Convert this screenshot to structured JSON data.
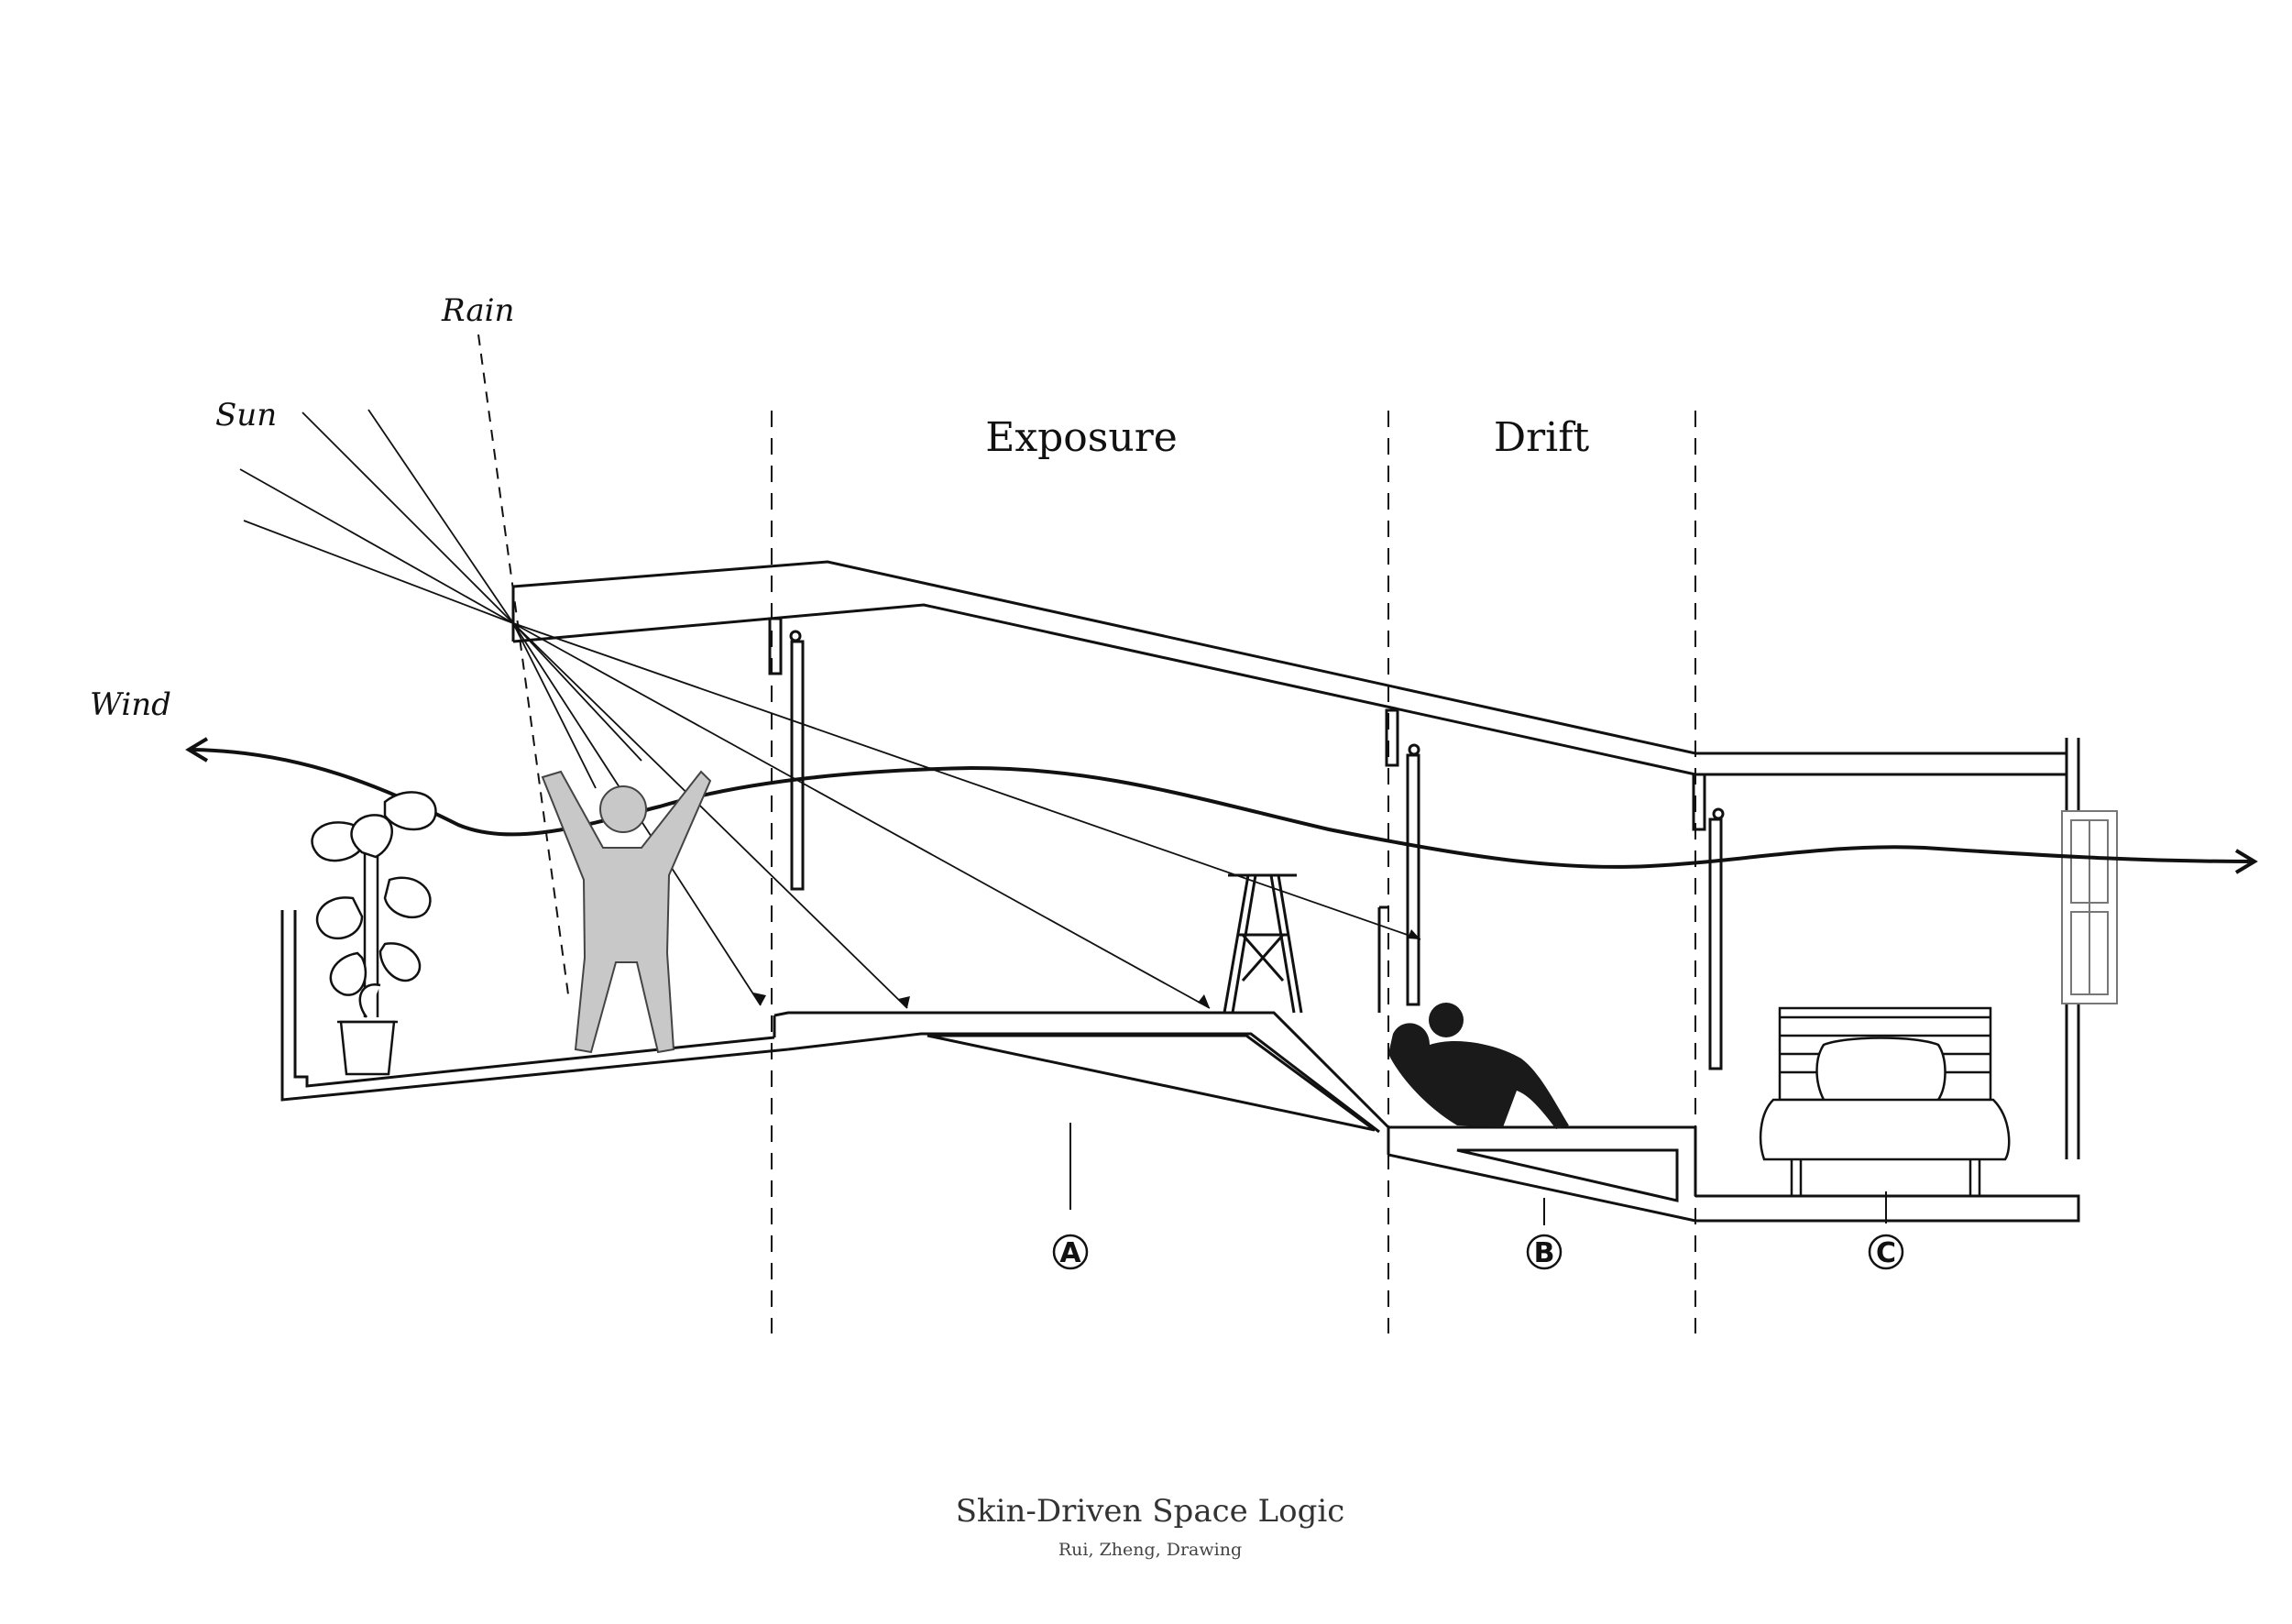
{
  "labels": {
    "rain": "Rain",
    "sun": "Sun",
    "wind": "Wind"
  },
  "zones": {
    "exposure": "Exposure",
    "drift": "Drift"
  },
  "markers": {
    "a": "A",
    "b": "B",
    "c": "C"
  },
  "caption": {
    "title": "Skin-Driven Space Logic",
    "subtitle": "Rui, Zheng, Drawing"
  },
  "colors": {
    "ink": "#111111",
    "figure_standing": "#c8c8c8",
    "figure_reclining": "#1a1a1a",
    "caption": "#333333"
  }
}
